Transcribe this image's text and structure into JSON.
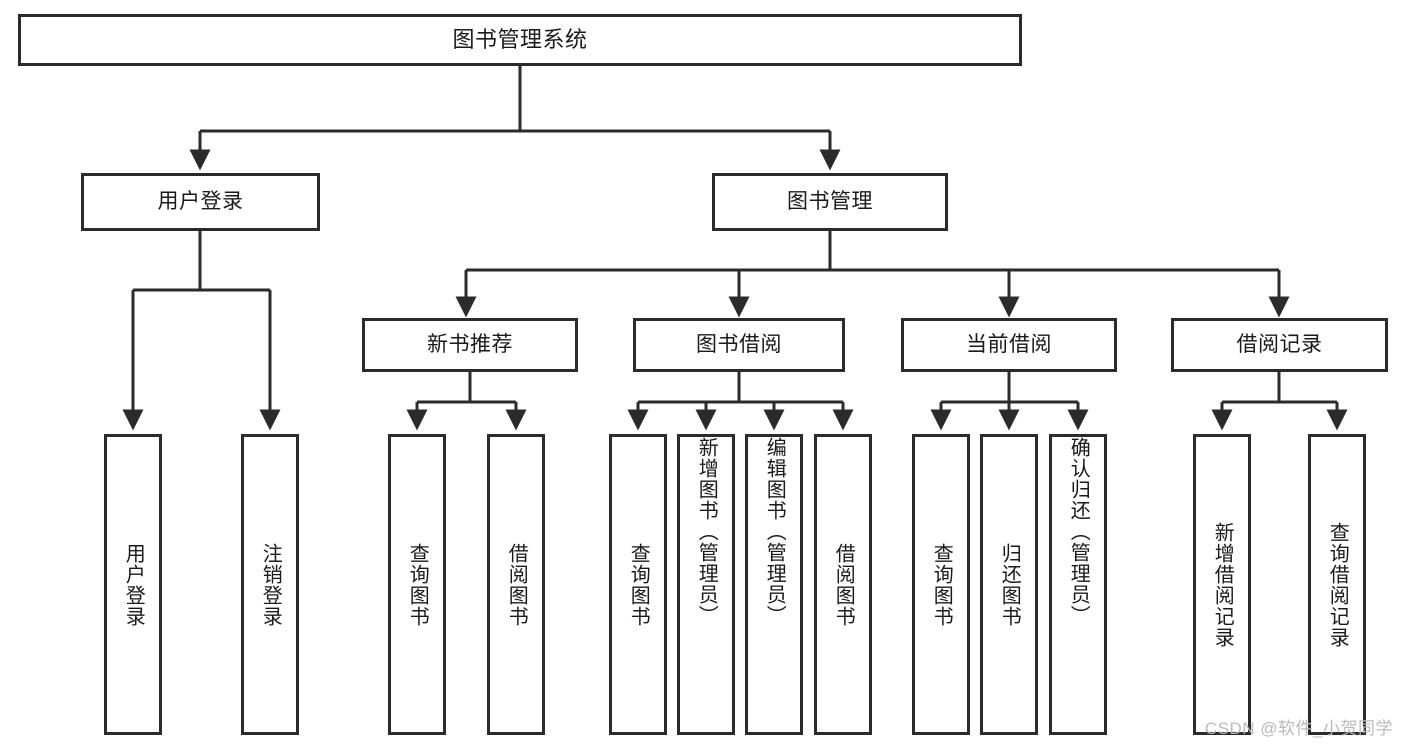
{
  "diagram": {
    "type": "tree-hierarchy-chart",
    "title": "图书管理系统",
    "levels": 4,
    "root": {
      "id": "root",
      "label": "图书管理系统"
    },
    "level2": [
      {
        "id": "user-login",
        "label": "用户登录"
      },
      {
        "id": "book-management",
        "label": "图书管理"
      }
    ],
    "level3": [
      {
        "id": "new-book-recommend",
        "label": "新书推荐",
        "parent": "book-management"
      },
      {
        "id": "book-borrow",
        "label": "图书借阅",
        "parent": "book-management"
      },
      {
        "id": "current-borrow",
        "label": "当前借阅",
        "parent": "book-management"
      },
      {
        "id": "borrow-record",
        "label": "借阅记录",
        "parent": "book-management"
      }
    ],
    "leaves": [
      {
        "id": "leaf-user-login",
        "label": "用户登录",
        "parent": "user-login"
      },
      {
        "id": "leaf-user-logout",
        "label": "注销登录",
        "parent": "user-login"
      },
      {
        "id": "leaf-query-book-1",
        "label": "查询图书",
        "parent": "new-book-recommend"
      },
      {
        "id": "leaf-borrow-book-1",
        "label": "借阅图书",
        "parent": "new-book-recommend"
      },
      {
        "id": "leaf-query-book-2",
        "label": "查询图书",
        "parent": "book-borrow"
      },
      {
        "id": "leaf-add-book",
        "label": "新增图书（管理员）",
        "parent": "book-borrow"
      },
      {
        "id": "leaf-edit-book",
        "label": "编辑图书（管理员）",
        "parent": "book-borrow"
      },
      {
        "id": "leaf-borrow-book-2",
        "label": "借阅图书",
        "parent": "book-borrow"
      },
      {
        "id": "leaf-query-book-3",
        "label": "查询图书",
        "parent": "current-borrow"
      },
      {
        "id": "leaf-return-book",
        "label": "归还图书",
        "parent": "current-borrow"
      },
      {
        "id": "leaf-confirm-return",
        "label": "确认归还（管理员）",
        "parent": "current-borrow"
      },
      {
        "id": "leaf-add-record",
        "label": "新增借阅记录",
        "parent": "borrow-record"
      },
      {
        "id": "leaf-query-record",
        "label": "查询借阅记录",
        "parent": "borrow-record"
      }
    ],
    "watermark": "CSDN @软件_小贺同学",
    "colors": {
      "border": "#2b2b2b",
      "background": "#ffffff",
      "text": "#1a1a1a",
      "watermark": "#b9b9b9"
    }
  }
}
